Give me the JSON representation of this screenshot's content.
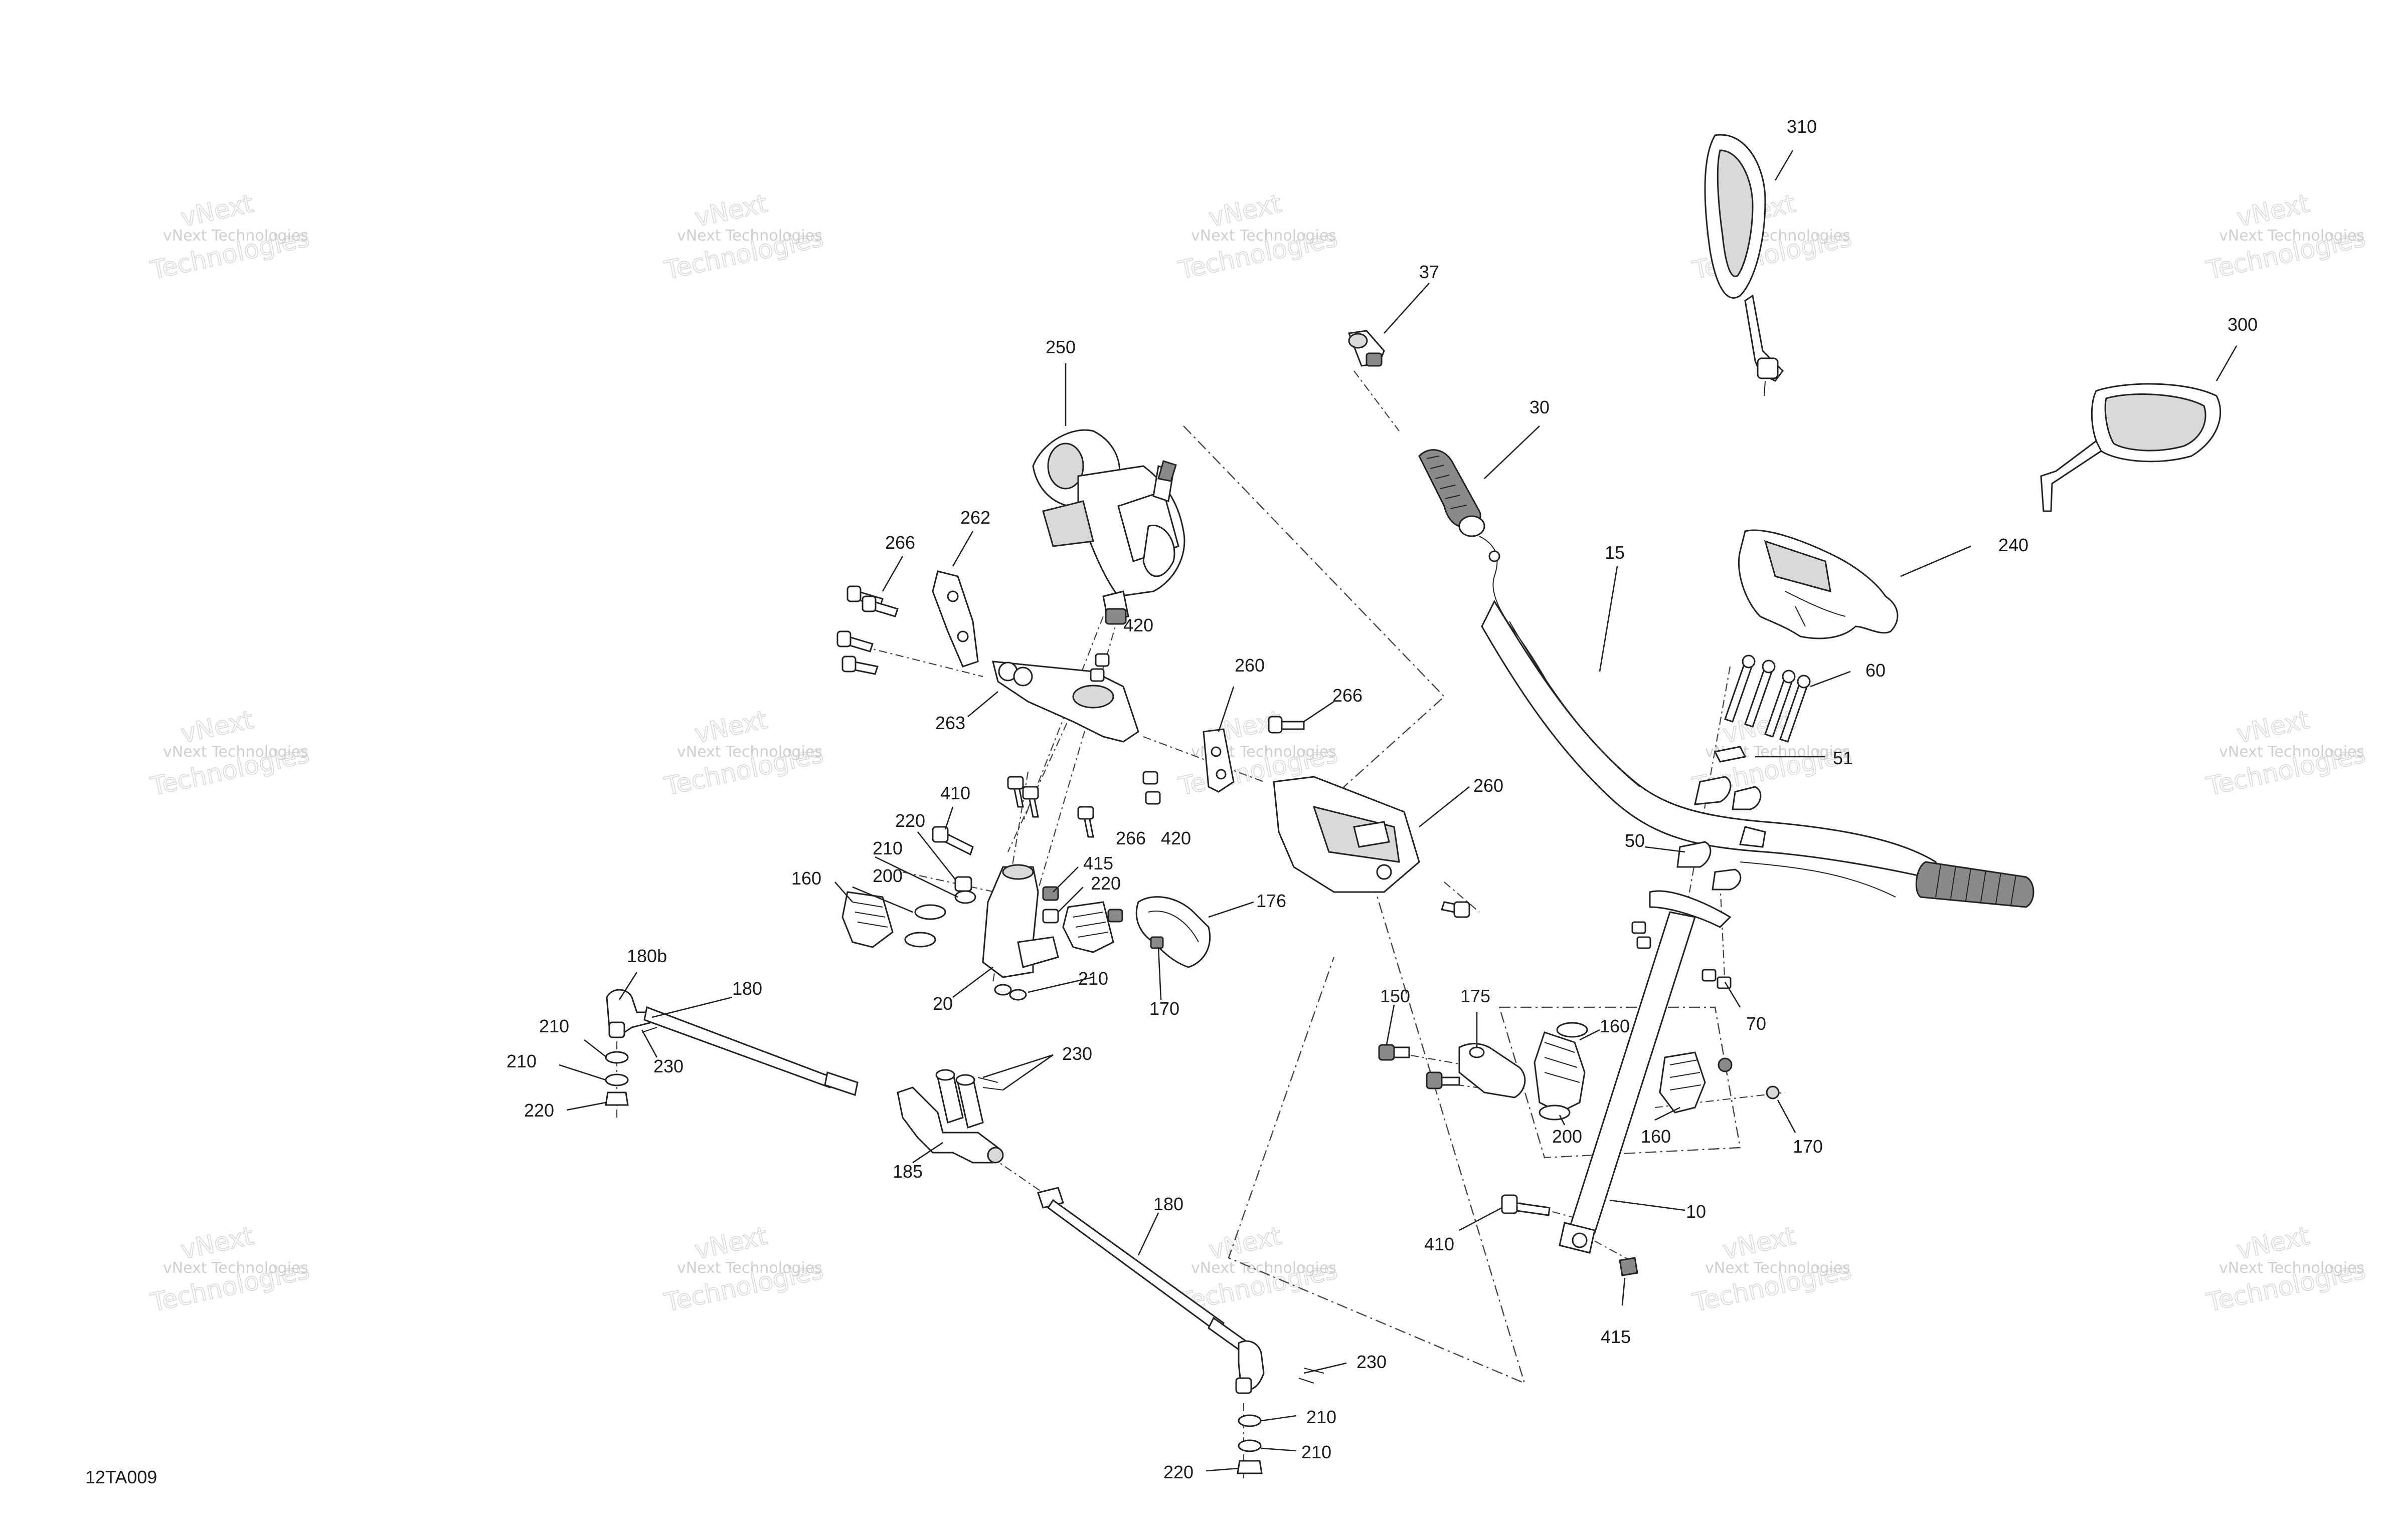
{
  "figure_code": "12TA009",
  "watermark": {
    "line1": "vNext Technologies",
    "line2a": "vNext",
    "line2b": "Technologies"
  },
  "callouts": [
    {
      "id": "c310",
      "text": "310"
    },
    {
      "id": "c300",
      "text": "300"
    },
    {
      "id": "c37",
      "text": "37"
    },
    {
      "id": "c30",
      "text": "30"
    },
    {
      "id": "c250",
      "text": "250"
    },
    {
      "id": "c262",
      "text": "262"
    },
    {
      "id": "c266a",
      "text": "266"
    },
    {
      "id": "c420a",
      "text": "420"
    },
    {
      "id": "c260a",
      "text": "260"
    },
    {
      "id": "c266b",
      "text": "266"
    },
    {
      "id": "c263",
      "text": "263"
    },
    {
      "id": "c15",
      "text": "15"
    },
    {
      "id": "c240",
      "text": "240"
    },
    {
      "id": "c60",
      "text": "60"
    },
    {
      "id": "c51",
      "text": "51"
    },
    {
      "id": "c260b",
      "text": "260"
    },
    {
      "id": "c410a",
      "text": "410"
    },
    {
      "id": "c220a",
      "text": "220"
    },
    {
      "id": "c266c",
      "text": "266"
    },
    {
      "id": "c420b",
      "text": "420"
    },
    {
      "id": "c210a",
      "text": "210"
    },
    {
      "id": "c415a",
      "text": "415"
    },
    {
      "id": "c200a",
      "text": "200"
    },
    {
      "id": "c220b",
      "text": "220"
    },
    {
      "id": "c160a",
      "text": "160"
    },
    {
      "id": "c176",
      "text": "176"
    },
    {
      "id": "c50",
      "text": "50"
    },
    {
      "id": "c180b",
      "text": "180b"
    },
    {
      "id": "c180a",
      "text": "180"
    },
    {
      "id": "c210b",
      "text": "210"
    },
    {
      "id": "c20",
      "text": "20"
    },
    {
      "id": "c170a",
      "text": "170"
    },
    {
      "id": "c150",
      "text": "150"
    },
    {
      "id": "c175",
      "text": "175"
    },
    {
      "id": "c70",
      "text": "70"
    },
    {
      "id": "c210c",
      "text": "210"
    },
    {
      "id": "c230a",
      "text": "230"
    },
    {
      "id": "c160b",
      "text": "160"
    },
    {
      "id": "c210d",
      "text": "210"
    },
    {
      "id": "c230b",
      "text": "230"
    },
    {
      "id": "c220c",
      "text": "220"
    },
    {
      "id": "c200b",
      "text": "200"
    },
    {
      "id": "c160c",
      "text": "160"
    },
    {
      "id": "c170b",
      "text": "170"
    },
    {
      "id": "c185",
      "text": "185"
    },
    {
      "id": "c180c",
      "text": "180"
    },
    {
      "id": "c10",
      "text": "10"
    },
    {
      "id": "c410b",
      "text": "410"
    },
    {
      "id": "c415b",
      "text": "415"
    },
    {
      "id": "c230c",
      "text": "230"
    },
    {
      "id": "c210e",
      "text": "210"
    },
    {
      "id": "c220d",
      "text": "220"
    },
    {
      "id": "c210f",
      "text": "210"
    }
  ]
}
